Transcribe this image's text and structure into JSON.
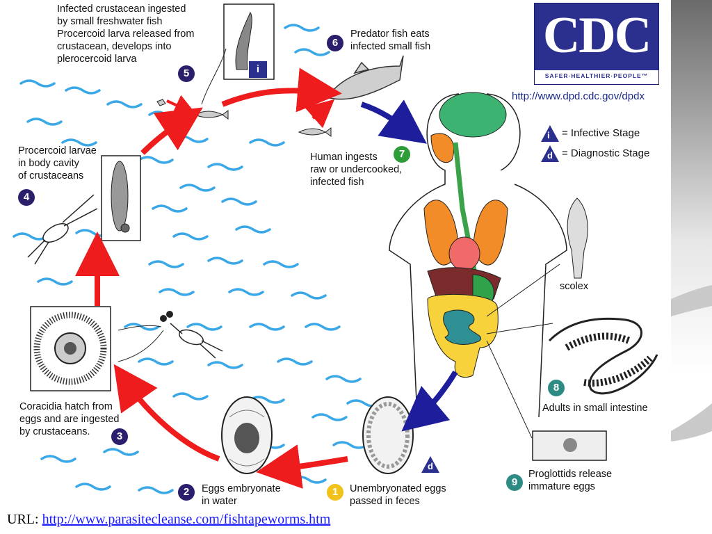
{
  "diagram": {
    "stages": {
      "s1": {
        "number": "1",
        "text": "Unembryonated eggs\npassed in feces"
      },
      "s2": {
        "number": "2",
        "text": "Eggs embryonate\nin water"
      },
      "s3": {
        "number": "3",
        "text": "Coracidia hatch from\neggs and are ingested\nby crustaceans."
      },
      "s4": {
        "number": "4",
        "text": "Procercoid larvae\nin body cavity\nof crustaceans"
      },
      "s5": {
        "number": "5",
        "text": "Infected crustacean ingested\nby small freshwater fish\nProcercoid larva released from\ncrustacean, develops into\nplerocercoid larva"
      },
      "s6": {
        "number": "6",
        "text": "Predator fish eats\ninfected small fish"
      },
      "s7": {
        "number": "7",
        "text": "Human ingests\nraw or undercooked,\ninfected fish"
      },
      "s8": {
        "number": "8",
        "text": "Adults in small intestine"
      },
      "s9": {
        "number": "9",
        "text": "Proglottids release\nimmature eggs"
      }
    },
    "scolex_label": "scolex",
    "stage_marks": {
      "infective": "i",
      "diagnostic": "d"
    },
    "legend": {
      "infective": {
        "mark": "i",
        "text": "= Infective Stage"
      },
      "diagnostic": {
        "mark": "d",
        "text": "= Diagnostic Stage"
      }
    },
    "logo": {
      "letters": "CDC",
      "tagline": "SAFER·HEALTHIER·PEOPLE™"
    },
    "source_url": "http://www.dpd.cdc.gov/dpdx"
  },
  "footer": {
    "prefix": "URL: ",
    "link": "http://www.parasitecleanse.com/fishtapeworms.htm"
  },
  "colors": {
    "badge_purple": "#2b1e6b",
    "badge_teal": "#2e8b84",
    "badge_green": "#2f9c3a",
    "badge_yellow": "#f1c21b",
    "arrow_red": "#ee1c1c",
    "arrow_blue": "#1e1e9c",
    "water": "#3aa7e6",
    "cdc_blue": "#2b2f8e"
  }
}
